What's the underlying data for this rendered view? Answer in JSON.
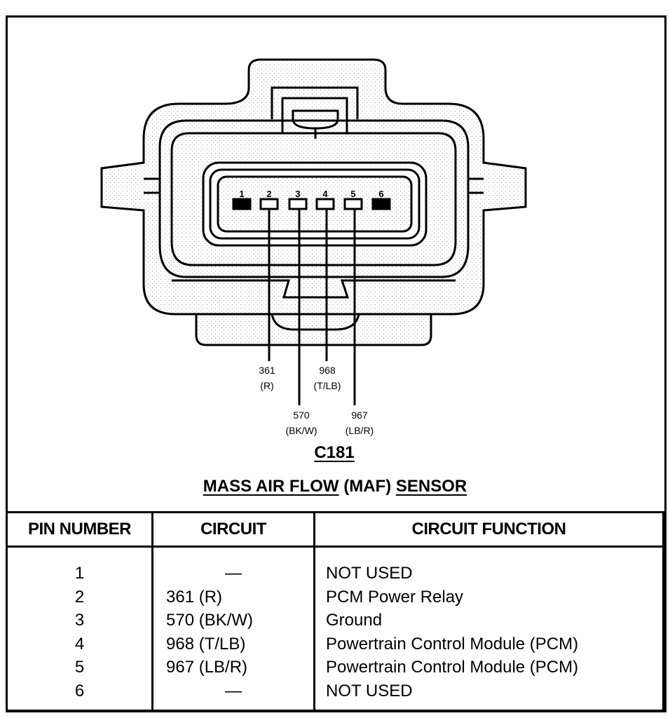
{
  "connector": {
    "id": "C181",
    "title_parts": [
      "MASS AIR FLOW",
      "(MAF)",
      "SENSOR"
    ],
    "pin_labels": [
      "1",
      "2",
      "3",
      "4",
      "5",
      "6"
    ],
    "wires": [
      {
        "pin": "2",
        "number": "361",
        "color": "(R)"
      },
      {
        "pin": "3",
        "number": "570",
        "color": "(BK/W)"
      },
      {
        "pin": "4",
        "number": "968",
        "color": "(T/LB)"
      },
      {
        "pin": "5",
        "number": "967",
        "color": "(LB/R)"
      }
    ]
  },
  "table": {
    "headers": [
      "PIN NUMBER",
      "CIRCUIT",
      "CIRCUIT FUNCTION"
    ],
    "rows": [
      {
        "pin": "1",
        "circuit": "—",
        "function": "NOT USED"
      },
      {
        "pin": "2",
        "circuit": "361 (R)",
        "function": "PCM Power Relay"
      },
      {
        "pin": "3",
        "circuit": "570 (BK/W)",
        "function": "Ground"
      },
      {
        "pin": "4",
        "circuit": "968 (T/LB)",
        "function": "Powertrain Control Module (PCM)"
      },
      {
        "pin": "5",
        "circuit": "967 (LB/R)",
        "function": "Powertrain Control Module (PCM)"
      },
      {
        "pin": "6",
        "circuit": "—",
        "function": "NOT USED"
      }
    ]
  }
}
